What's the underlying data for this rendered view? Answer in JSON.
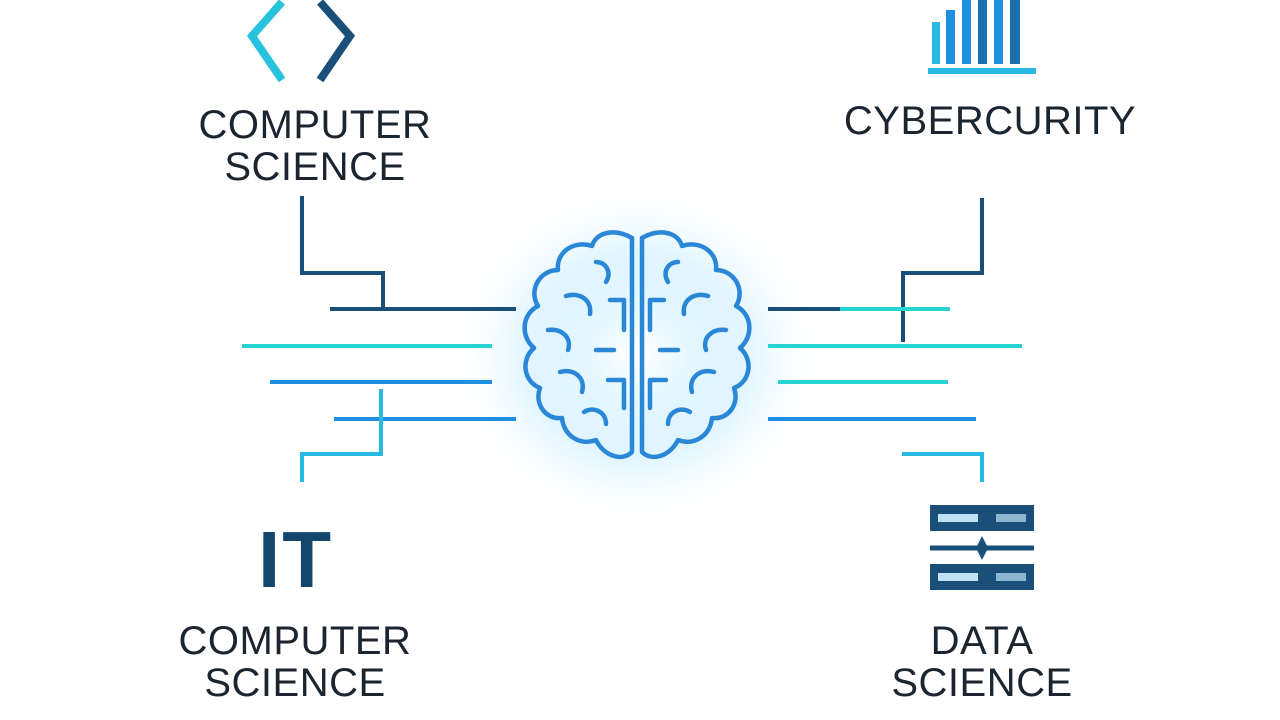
{
  "nodes": {
    "top_left": {
      "lines": [
        "COMPUTER",
        "SCIENCE"
      ],
      "icon": "code-brackets-icon"
    },
    "top_right": {
      "lines": [
        "CYBERCURITY"
      ],
      "icon": "bar-chart-icon"
    },
    "bottom_left": {
      "mark": "IT",
      "lines": [
        "COMPUTER",
        "SCIENCE"
      ]
    },
    "bottom_right": {
      "lines": [
        "DATA",
        "SCIENCE"
      ],
      "icon": "server-rack-icon"
    }
  },
  "center": {
    "icon": "brain-icon"
  },
  "colors": {
    "navy": "#1a4f7a",
    "blue": "#1e8ee0",
    "cyan": "#27d3d3",
    "text": "#1b2530",
    "glow": "#bfeaff"
  }
}
